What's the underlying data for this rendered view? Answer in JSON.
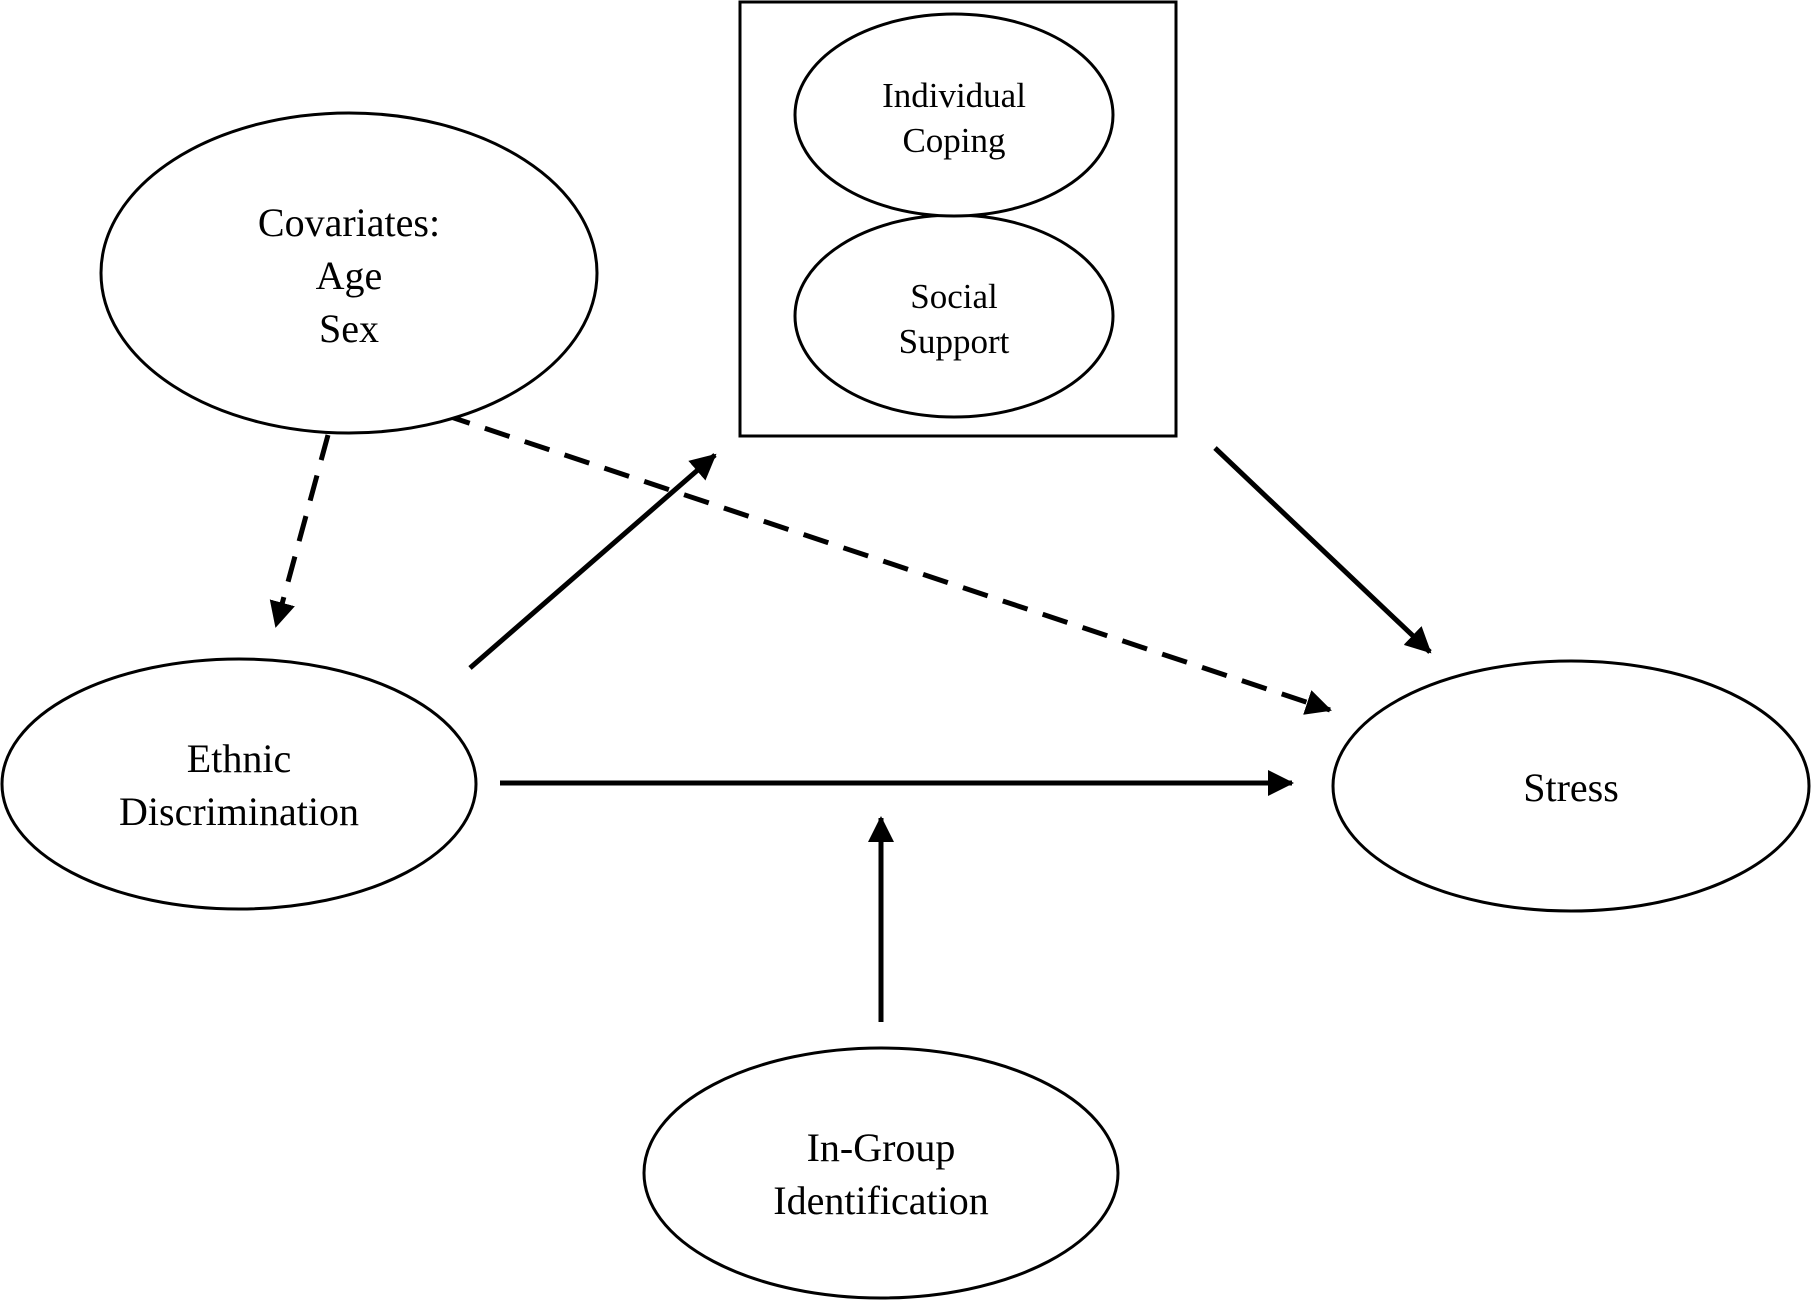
{
  "nodes": {
    "covariates": {
      "lines": [
        "Covariates:",
        "Age",
        "Sex"
      ]
    },
    "individual_coping": {
      "lines": [
        "Individual",
        "Coping"
      ]
    },
    "social_support": {
      "lines": [
        "Social",
        "Support"
      ]
    },
    "ethnic_discrimination": {
      "lines": [
        "Ethnic",
        "Discrimination"
      ]
    },
    "stress": {
      "lines": [
        "Stress"
      ]
    },
    "in_group_identification": {
      "lines": [
        "In-Group",
        "Identification"
      ]
    }
  },
  "edges": [
    {
      "from": "covariates",
      "to": "ethnic_discrimination",
      "style": "dashed"
    },
    {
      "from": "covariates",
      "to": "stress",
      "style": "dashed"
    },
    {
      "from": "ethnic_discrimination",
      "to": "mediators_box",
      "style": "solid"
    },
    {
      "from": "mediators_box",
      "to": "stress",
      "style": "solid"
    },
    {
      "from": "ethnic_discrimination",
      "to": "stress",
      "style": "solid"
    },
    {
      "from": "in_group_identification",
      "to": "ethnic_discrimination_stress_path",
      "style": "solid"
    }
  ],
  "colors": {
    "stroke": "#000000",
    "background": "#ffffff"
  }
}
